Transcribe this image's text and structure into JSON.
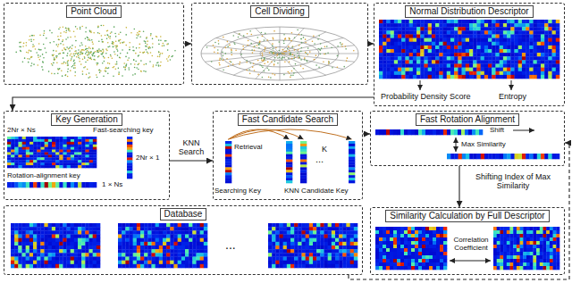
{
  "diagram": {
    "nodes": [
      {
        "text": [
          "Point Cloud"
        ]
      },
      {
        "text": [
          "Cell Dividing"
        ]
      },
      {
        "text": [
          "Normal Distribution Descriptor"
        ]
      },
      {
        "text": [
          "Key Generation"
        ]
      },
      {
        "text": [
          "Fast Candidate Search"
        ]
      },
      {
        "text": [
          "Fast Rotation Alignment"
        ]
      },
      {
        "text": [
          "Database"
        ]
      },
      {
        "text": [
          "Similarity Calculation by Full Descriptor"
        ]
      }
    ],
    "edges": [
      {
        "from": 0,
        "to": 1,
        "arrow": "to"
      },
      {
        "from": 1,
        "to": 2,
        "arrow": "to"
      },
      {
        "from": 2,
        "to": 3,
        "arrow": "to"
      },
      {
        "from": 3,
        "to": 4,
        "label": "KNN Search",
        "arrow": "to"
      },
      {
        "from": 4,
        "to": 5,
        "arrow": "to"
      },
      {
        "from": 5,
        "to": 7,
        "label": "Shifting Index of Max Similarity",
        "arrow": "to"
      },
      {
        "from": 6,
        "to": 5,
        "arrow": "to"
      }
    ],
    "labels": [
      "Probability Density Score",
      "Entropy",
      "2Nr × Ns",
      "Fast-searching key",
      "2Nr × 1",
      "Rotation-alignment key",
      "1 × Ns",
      "Retrieval",
      "K",
      "...",
      "Searching Key",
      "KNN Candidate Key",
      "Shift",
      "Max Similarity",
      "...",
      "Correlation Coefficient"
    ]
  }
}
